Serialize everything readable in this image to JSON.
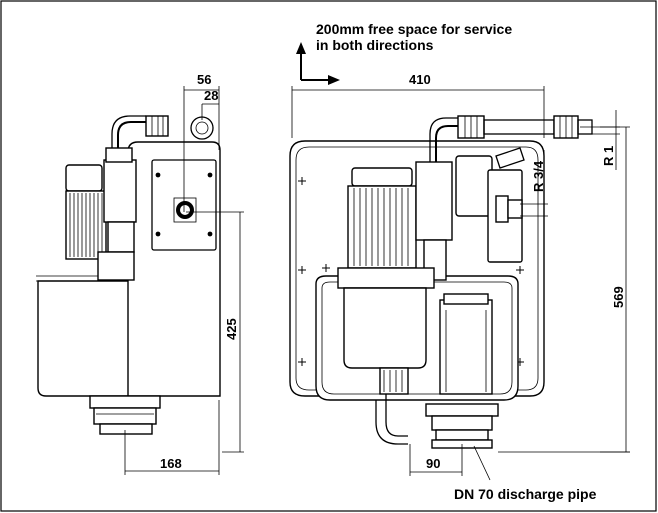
{
  "notes": {
    "service_line1": "200mm free space for service",
    "service_line2": "in both directions",
    "discharge": "DN 70 discharge pipe"
  },
  "dimensions": {
    "d56": "56",
    "d28": "28",
    "d425": "425",
    "d168": "168",
    "d410": "410",
    "r34": "R 3/4",
    "r1": "R 1",
    "d569": "569",
    "d90": "90"
  }
}
